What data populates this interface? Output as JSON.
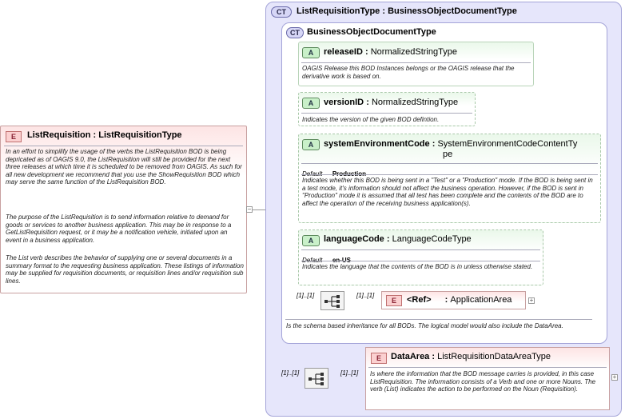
{
  "root": {
    "badge": "E",
    "name": "ListRequisition",
    "type": "ListRequisitionType",
    "doc1": "In an effort to simpilify the usage of the verbs the ListRequisition BOD is being depricated as of OAGIS 9.0, the ListRequisition will still be provided for the next three releases at which time it is scheduled to be removed from OAGIS.  As such for all new development we recommend that you use the ShowRequisition BOD which may serve the same function of the ListRequisition BOD.",
    "doc2": "The purpose of the ListRequisition is to send information relative to demand for goods or services to another business application.  This may be in response to a GetListRequisition request, or it may be a notification vehicle, initiated upon an event in a business application.",
    "doc3": "The List verb describes the behavior of supplying one or several documents in a summary format to the requesting business application. These listings of information may be supplied for requisition documents, or requisition lines and/or requisition sub lines."
  },
  "outer_type": {
    "badge": "CT",
    "name": "ListRequisitionType",
    "base": "BusinessObjectDocumentType"
  },
  "inner_type": {
    "badge": "CT",
    "name": "BusinessObjectDocumentType",
    "doc": "Is the schema based inheritance for all BODs. The logical model would also include the DataArea."
  },
  "attributes": [
    {
      "badge": "A",
      "name": "releaseID",
      "type": "NormalizedStringType",
      "doc": "OAGIS Release this BOD Instances belongs or the OAGIS release that the derivative work is based on."
    },
    {
      "badge": "A",
      "name": "versionID",
      "type": "NormalizedStringType",
      "doc": "Indicates the version of the given BOD defintion."
    },
    {
      "badge": "A",
      "name": "systemEnvironmentCode",
      "type_line1": "SystemEnvironmentCodeContentTy",
      "type_line2": "pe",
      "default_label": "Default",
      "default_value": "Production",
      "doc": "Indicates whether this BOD is being sent in a \"Test\" or a \"Production\" mode. If the BOD is being sent in a test mode, it's information should not affect the business operation. However, if the BOD is sent in \"Production\" mode it is assumed that all test has been complete and the contents of the BOD are to affect the operation of the receiving business application(s)."
    },
    {
      "badge": "A",
      "name": "languageCode",
      "type": "LanguageCodeType",
      "default_label": "Default",
      "default_value": "en-US",
      "doc": "Indicates the language that the contents of the BOD is in unless otherwise stated."
    }
  ],
  "app_area": {
    "mult_left": "[1]..[1]",
    "mult_right": "[1]..[1]",
    "badge": "E",
    "ref": "<Ref>",
    "name": "ApplicationArea"
  },
  "data_area": {
    "mult_left": "[1]..[1]",
    "mult_right": "[1]..[1]",
    "badge": "E",
    "name": "DataArea",
    "type": "ListRequisitionDataAreaType",
    "doc": "Is where the information that the BOD message carries is provided, in this case ListRequisition. The information consists of a Verb and one or more Nouns. The verb (List) indicates the action to be performed on the Noun (Requisition)."
  },
  "colors": {
    "element_bg": "#fde4e4",
    "element_border": "#c8a0a0",
    "complex_type_bg": "#e6e6fb",
    "complex_type_border": "#a4a4d8",
    "attribute_bg": "#eaf8ea",
    "attribute_border": "#a9c8a9"
  },
  "icons": {
    "sequence": "sequence-icon",
    "expand": "expand-icon",
    "collapse": "collapse-icon"
  }
}
